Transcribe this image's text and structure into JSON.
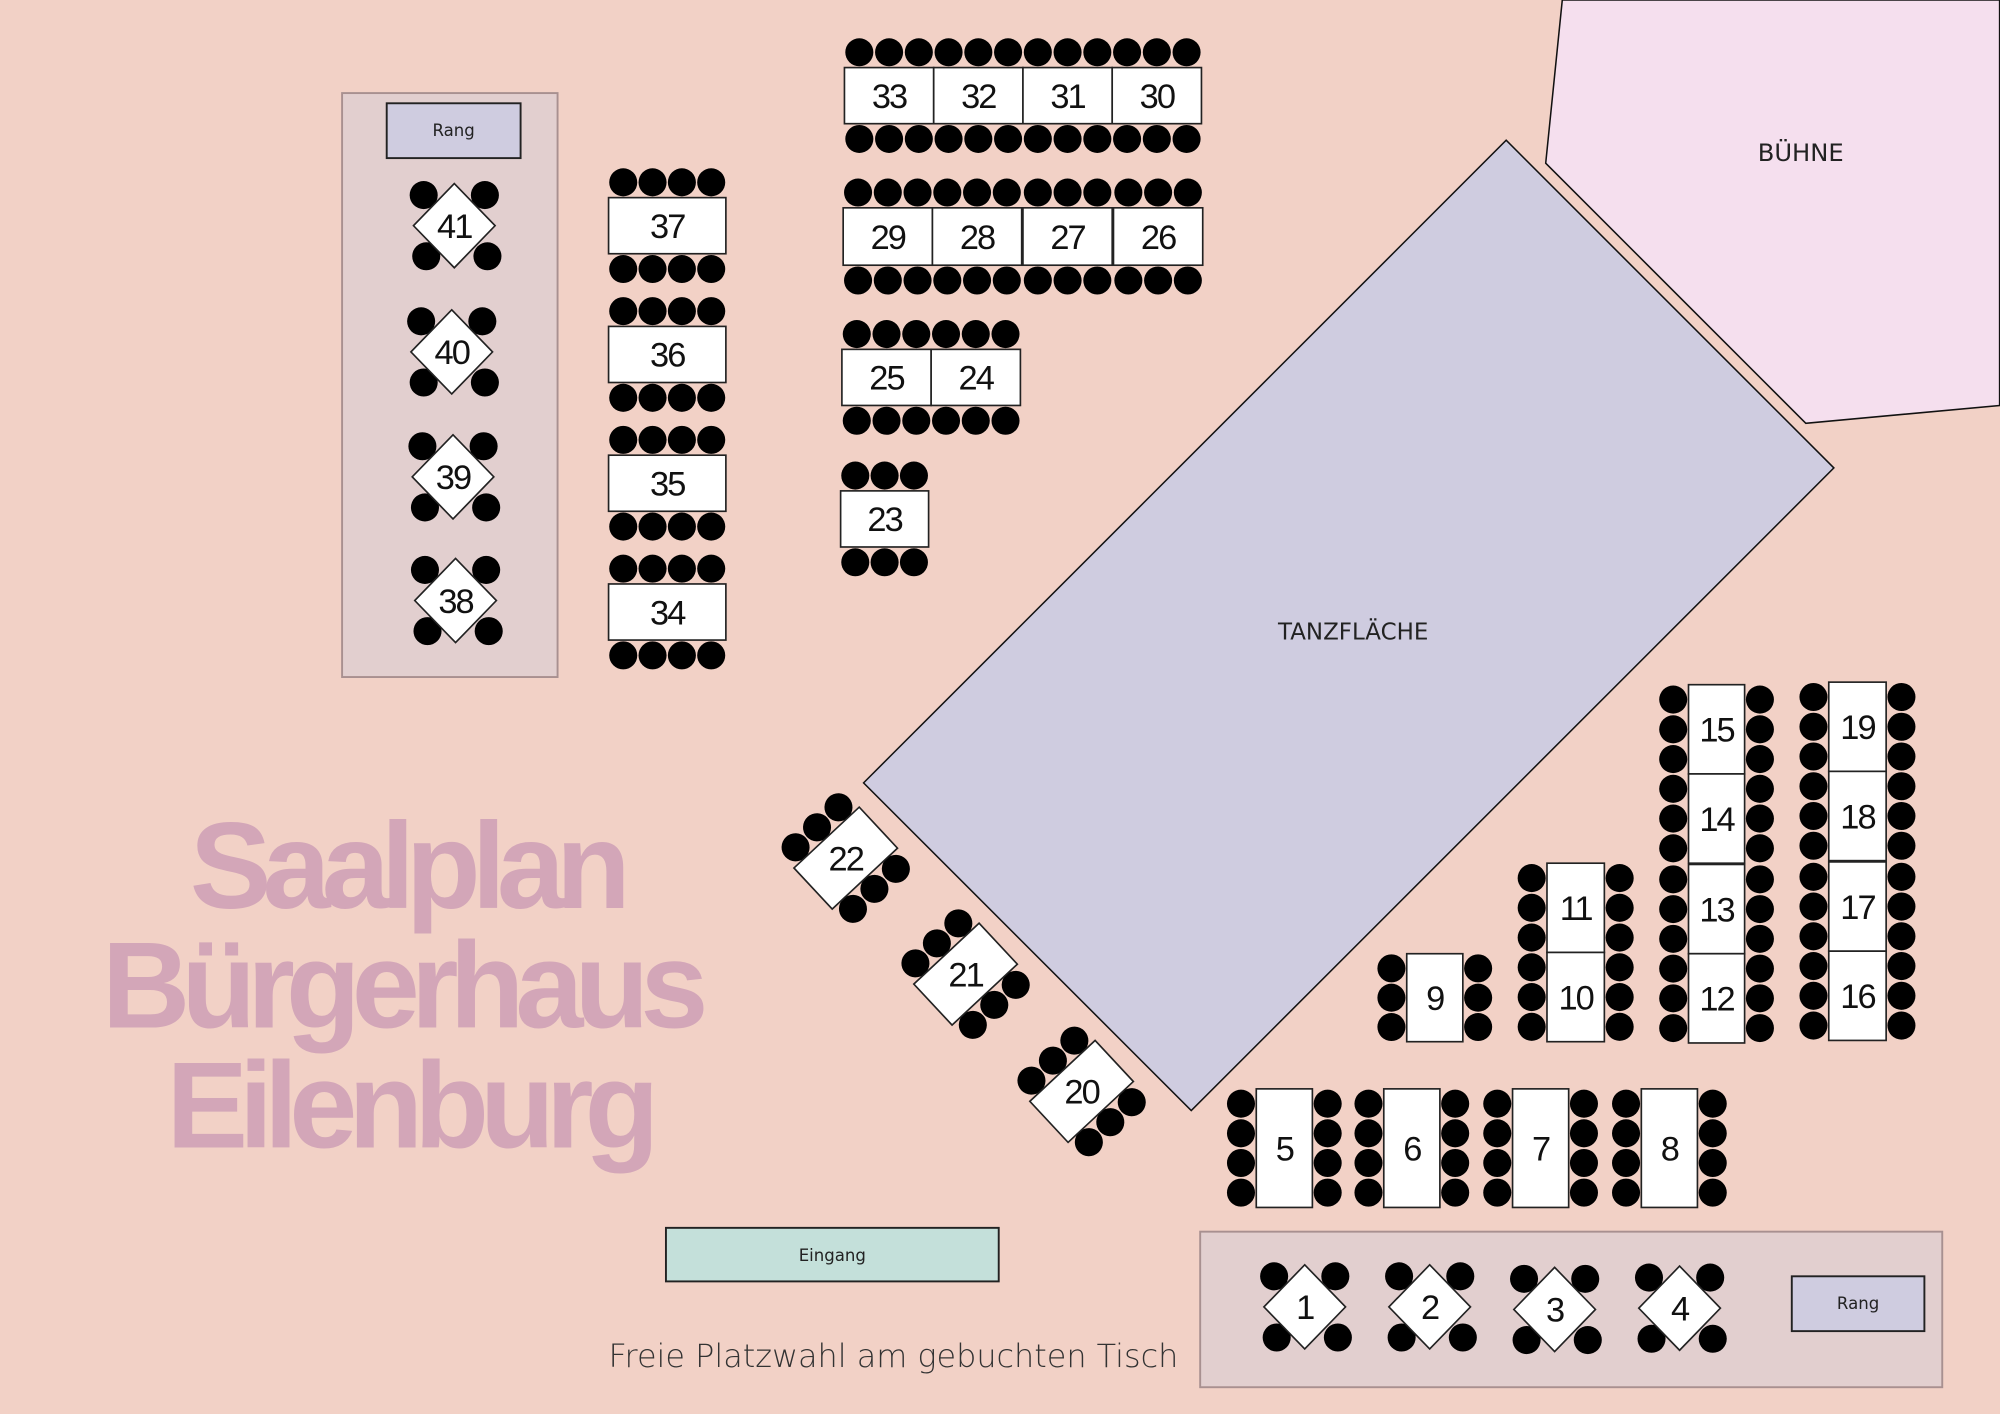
{
  "title_lines": [
    "Saalplan",
    "Bürgerhaus",
    "Eilenburg"
  ],
  "subtitle": "Freie Platzwahl am gebuchten Tisch",
  "areas": {
    "stage": "BÜHNE",
    "dance_floor": "TANZFLÄCHE",
    "entrance": "Eingang",
    "balcony_left": "Rang",
    "balcony_bottom": "Rang"
  },
  "tables": [
    "1",
    "2",
    "3",
    "4",
    "5",
    "6",
    "7",
    "8",
    "9",
    "10",
    "11",
    "12",
    "13",
    "14",
    "15",
    "16",
    "17",
    "18",
    "19",
    "20",
    "21",
    "22",
    "23",
    "24",
    "25",
    "26",
    "27",
    "28",
    "29",
    "30",
    "31",
    "32",
    "33",
    "34",
    "35",
    "36",
    "37",
    "38",
    "39",
    "40",
    "41"
  ],
  "colors": {
    "background": "#f2d1c6",
    "dance_floor": "#cfcce0",
    "stage": "#f5dfee",
    "balcony": "#e2cfcf",
    "entrance": "#c4e0da",
    "title": "#d3a6b8"
  }
}
